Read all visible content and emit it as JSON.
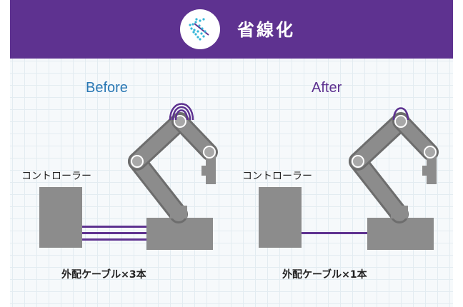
{
  "header": {
    "title": "省線化",
    "icon": "cable-reduction-icon",
    "background_color": "#5e3290"
  },
  "before": {
    "heading": "Before",
    "controller_label": "コントローラー",
    "cable_caption": "外配ケーブル×3本",
    "cable_count": 3
  },
  "after": {
    "heading": "After",
    "controller_label": "コントローラー",
    "cable_caption": "外配ケーブル×1本",
    "cable_count": 1
  },
  "colors": {
    "accent": "#5e3290",
    "before_text": "#2a78b4",
    "gray": "#8c8c8c",
    "icon_dots": "#35b6d9"
  }
}
